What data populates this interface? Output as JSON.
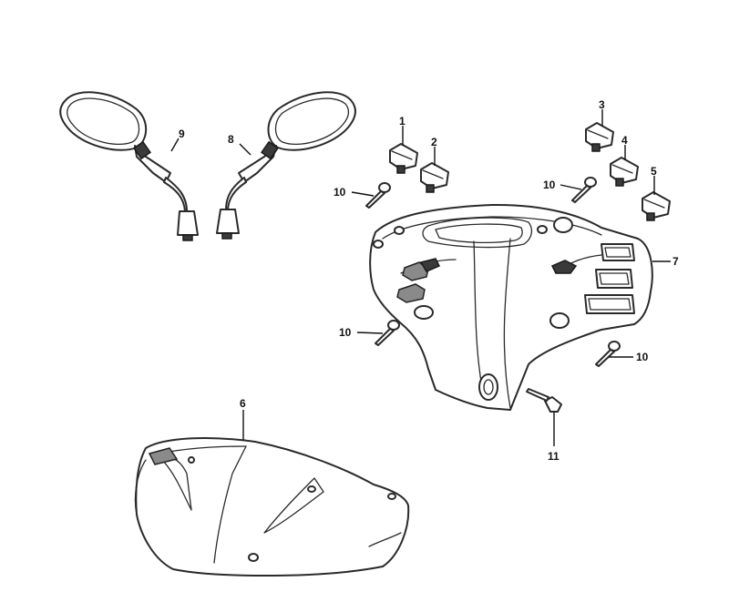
{
  "callouts": [
    {
      "id": "c1",
      "text": "1"
    },
    {
      "id": "c2",
      "text": "2"
    },
    {
      "id": "c3",
      "text": "3"
    },
    {
      "id": "c4",
      "text": "4"
    },
    {
      "id": "c5",
      "text": "5"
    },
    {
      "id": "c6",
      "text": "6"
    },
    {
      "id": "c7",
      "text": "7"
    },
    {
      "id": "c8",
      "text": "8"
    },
    {
      "id": "c9",
      "text": "9"
    },
    {
      "id": "c10a",
      "text": "10"
    },
    {
      "id": "c10b",
      "text": "10"
    },
    {
      "id": "c10c",
      "text": "10"
    },
    {
      "id": "c10d",
      "text": "10"
    },
    {
      "id": "c11",
      "text": "11"
    }
  ]
}
